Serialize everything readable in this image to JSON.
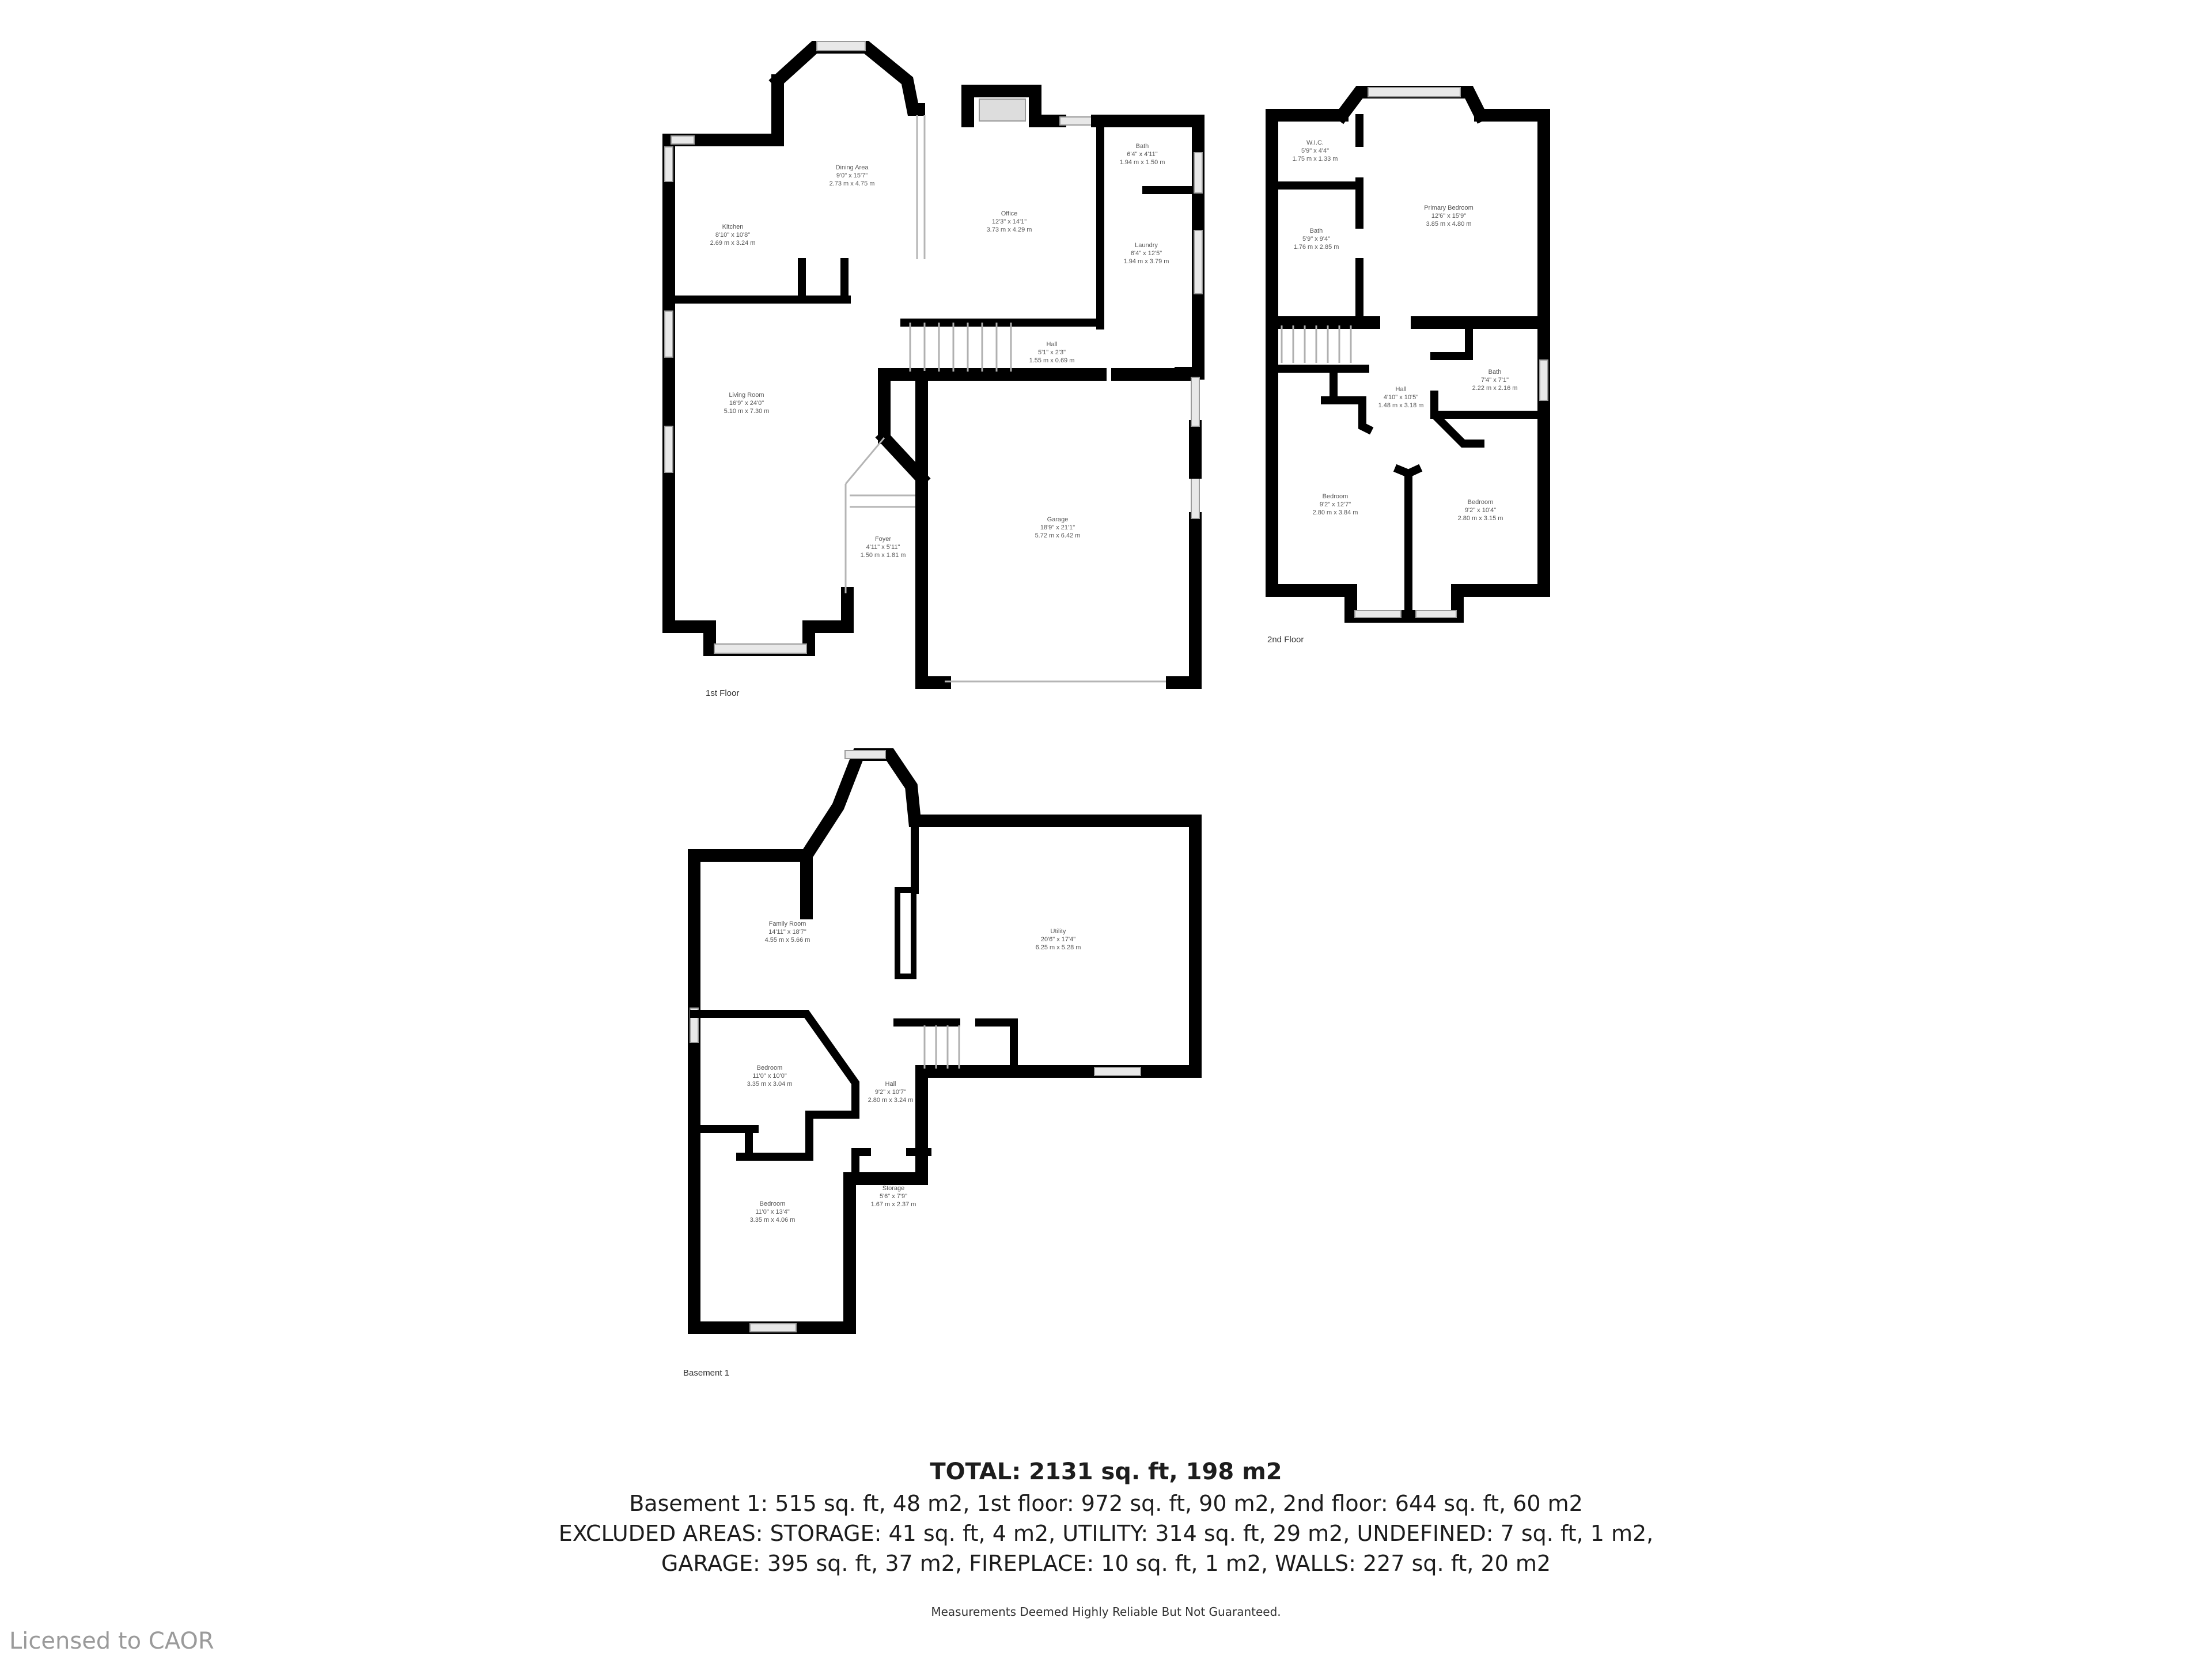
{
  "floors": {
    "first": {
      "label": "1st Floor",
      "rooms": [
        {
          "name": "Dining Area",
          "imperial": "9'0\" x 15'7\"",
          "metric": "2.73 m x 4.75 m"
        },
        {
          "name": "Kitchen",
          "imperial": "8'10\" x 10'8\"",
          "metric": "2.69 m x 3.24 m"
        },
        {
          "name": "Office",
          "imperial": "12'3\" x 14'1\"",
          "metric": "3.73 m x 4.29 m"
        },
        {
          "name": "Bath",
          "imperial": "6'4\" x 4'11\"",
          "metric": "1.94 m x 1.50 m"
        },
        {
          "name": "Laundry",
          "imperial": "6'4\" x 12'5\"",
          "metric": "1.94 m x 3.79 m"
        },
        {
          "name": "Hall",
          "imperial": "5'1\" x 2'3\"",
          "metric": "1.55 m x 0.69 m"
        },
        {
          "name": "Living Room",
          "imperial": "16'9\" x 24'0\"",
          "metric": "5.10 m x 7.30 m"
        },
        {
          "name": "Foyer",
          "imperial": "4'11\" x 5'11\"",
          "metric": "1.50 m x 1.81 m"
        },
        {
          "name": "Garage",
          "imperial": "18'9\" x 21'1\"",
          "metric": "5.72 m x 6.42 m"
        }
      ]
    },
    "second": {
      "label": "2nd Floor",
      "rooms": [
        {
          "name": "W.I.C.",
          "imperial": "5'9\" x 4'4\"",
          "metric": "1.75 m x 1.33 m"
        },
        {
          "name": "Bath",
          "imperial": "5'9\" x 9'4\"",
          "metric": "1.76 m x 2.85 m"
        },
        {
          "name": "Primary Bedroom",
          "imperial": "12'6\" x 15'9\"",
          "metric": "3.85 m x 4.80 m"
        },
        {
          "name": "Bath",
          "imperial": "7'4\" x 7'1\"",
          "metric": "2.22 m x 2.16 m"
        },
        {
          "name": "Hall",
          "imperial": "4'10\" x 10'5\"",
          "metric": "1.48 m x 3.18 m"
        },
        {
          "name": "Bedroom",
          "imperial": "9'2\" x 12'7\"",
          "metric": "2.80 m x 3.84 m"
        },
        {
          "name": "Bedroom",
          "imperial": "9'2\" x 10'4\"",
          "metric": "2.80 m x 3.15 m"
        }
      ]
    },
    "basement": {
      "label": "Basement 1",
      "rooms": [
        {
          "name": "Family Room",
          "imperial": "14'11\" x 18'7\"",
          "metric": "4.55 m x 5.66 m"
        },
        {
          "name": "Utility",
          "imperial": "20'6\" x 17'4\"",
          "metric": "6.25 m x 5.28 m"
        },
        {
          "name": "Bedroom",
          "imperial": "11'0\" x 10'0\"",
          "metric": "3.35 m x 3.04 m"
        },
        {
          "name": "Hall",
          "imperial": "9'2\" x 10'7\"",
          "metric": "2.80 m x 3.24 m"
        },
        {
          "name": "Storage",
          "imperial": "5'6\" x 7'9\"",
          "metric": "1.67 m x 2.37 m"
        },
        {
          "name": "Bedroom",
          "imperial": "11'0\" x 13'4\"",
          "metric": "3.35 m x 4.06 m"
        }
      ]
    }
  },
  "totals": {
    "title": "TOTAL: 2131 sq. ft, 198 m2",
    "line1": "Basement 1: 515 sq. ft, 48 m2, 1st floor: 972 sq. ft, 90 m2, 2nd floor: 644 sq. ft, 60 m2",
    "line2": "EXCLUDED AREAS: STORAGE: 41 sq. ft, 4 m2, UTILITY: 314 sq. ft, 29 m2, UNDEFINED: 7 sq. ft, 1 m2,",
    "line3": "GARAGE: 395 sq. ft, 37 m2, FIREPLACE: 10 sq. ft, 1 m2, WALLS: 227 sq. ft, 20 m2"
  },
  "disclaimer": "Measurements Deemed Highly Reliable But Not Guaranteed.",
  "watermark": "Licensed to CAOR"
}
